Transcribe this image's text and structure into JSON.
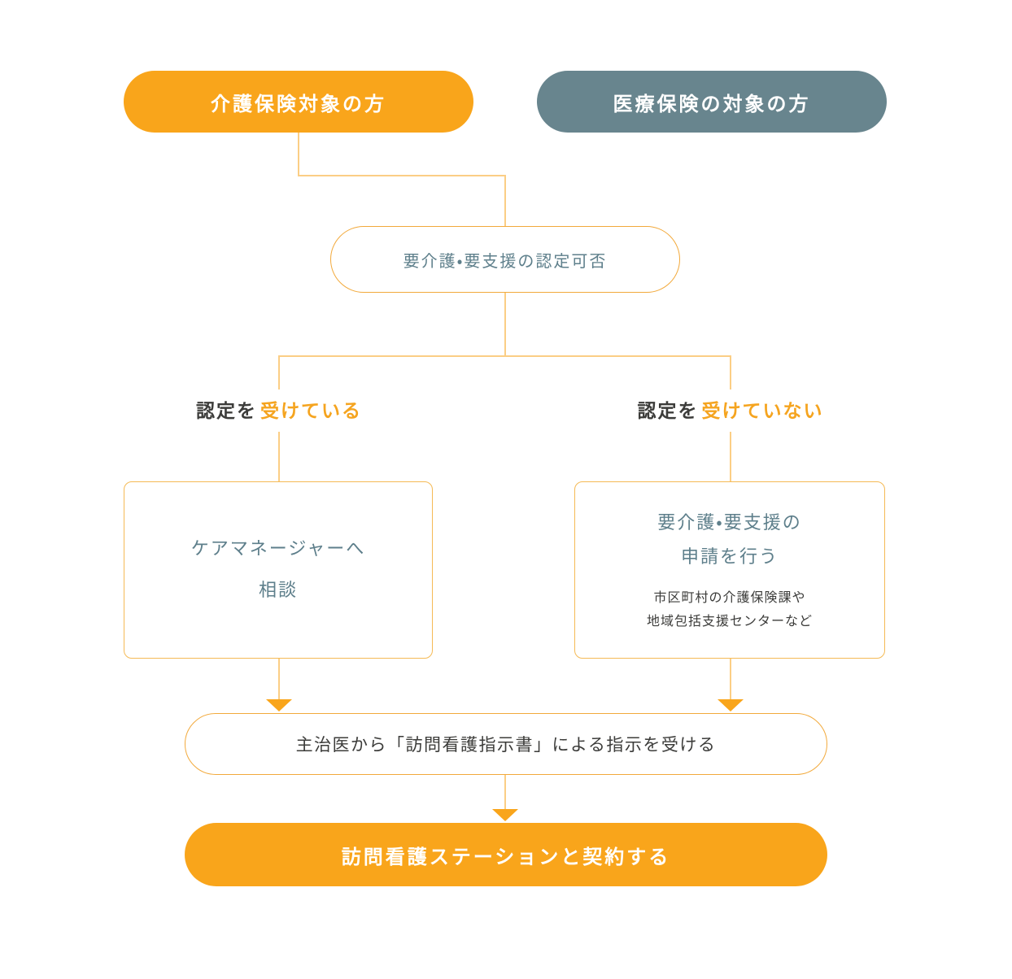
{
  "colors": {
    "orange": "#F9A51B",
    "slate_fill": "#68858E",
    "slate_text": "#5E7F8B",
    "dark_text": "#3C3C3A",
    "accent_text": "#F5A41F",
    "line": "#FBCE85",
    "outline": "#F2A93B",
    "box_border": "#F5BA55",
    "white": "#FFFFFF"
  },
  "nodes": {
    "kaigo_pill": {
      "label": "介護保険対象の方"
    },
    "iryo_pill": {
      "label": "医療保険の対象の方"
    },
    "nintei_box": {
      "label": "要介護・要支援の認定可否"
    },
    "branch_left": {
      "prefix": "認定を",
      "highlight": "受けている"
    },
    "branch_right": {
      "prefix": "認定を",
      "highlight": "受けていない"
    },
    "care_manager_box": {
      "line1": "ケアマネージャーへ",
      "line2": "相談"
    },
    "apply_box": {
      "title_line1": "要介護・要支援の",
      "title_line2": "申請を行う",
      "note_line1": "市区町村の介護保険課や",
      "note_line2": "地域包括支援センターなど"
    },
    "doctor_pill": {
      "label": "主治医から「訪問看護指示書」による指示を受ける"
    },
    "contract_pill": {
      "label": "訪問看護ステーションと契約する"
    }
  }
}
